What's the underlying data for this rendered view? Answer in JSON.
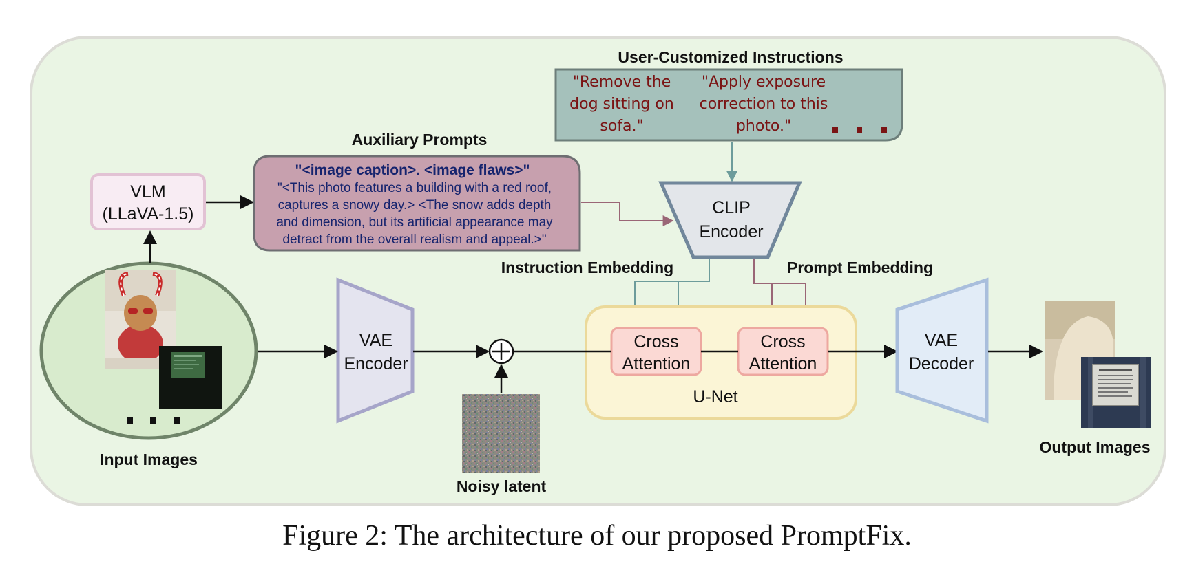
{
  "labels": {
    "vlm_line1": "VLM",
    "vlm_line2": "(LLaVA-1.5)",
    "input_images": "Input Images",
    "auxiliary_prompts": "Auxiliary Prompts",
    "aux_header": "\"<image caption>. <image flaws>\"",
    "aux_line1": "\"<This photo features a building with a red roof,",
    "aux_line2": "captures a snowy day.> <The snow adds depth",
    "aux_line3": "and dimension, but its artificial appearance may",
    "aux_line4": "detract from the overall realism and appeal.>\"",
    "user_instructions": "User-Customized Instructions",
    "instr1_line1": "\"Remove the",
    "instr1_line2": "dog sitting on",
    "instr1_line3": "sofa.\"",
    "instr2_line1": "\"Apply exposure",
    "instr2_line2": "correction to this",
    "instr2_line3": "photo.\"",
    "clip_line1": "CLIP",
    "clip_line2": "Encoder",
    "instruction_embedding": "Instruction Embedding",
    "prompt_embedding": "Prompt Embedding",
    "vae_enc_line1": "VAE",
    "vae_enc_line2": "Encoder",
    "noisy_latent": "Noisy latent",
    "cross1_line1": "Cross",
    "cross1_line2": "Attention",
    "cross2_line1": "Cross",
    "cross2_line2": "Attention",
    "unet": "U-Net",
    "vae_dec_line1": "VAE",
    "vae_dec_line2": "Decoder",
    "output_images": "Output Images"
  },
  "caption": "Figure 2: The architecture of our proposed PromptFix.",
  "colors": {
    "panel_bg": "#eaf5e4",
    "panel_border": "#dcdcd6",
    "vlm_fill": "#f8ecf3",
    "vlm_border": "#e2c2d4",
    "aux_fill": "#c7a0ae",
    "aux_border": "#6e6e72",
    "aux_text": "#16246e",
    "instr_fill": "#a5c1bb",
    "instr_border": "#6d7e7a",
    "instr_text": "#7a1414",
    "clip_fill": "#e3e6ea",
    "clip_border": "#71879b",
    "vae_enc_fill": "#e4e4ef",
    "vae_enc_border": "#a6a5c9",
    "vae_dec_fill": "#e2ecf7",
    "vae_dec_border": "#a9bedc",
    "unet_fill": "#fbf5d6",
    "unet_border": "#ebd99a",
    "cross_fill": "#fbd9d4",
    "cross_border": "#eda8a0",
    "input_ellipse_fill": "#d8ebcd",
    "input_ellipse_border": "#6f8469",
    "instruction_arrow": "#6d9c9b",
    "prompt_arrow": "#9a6676"
  }
}
